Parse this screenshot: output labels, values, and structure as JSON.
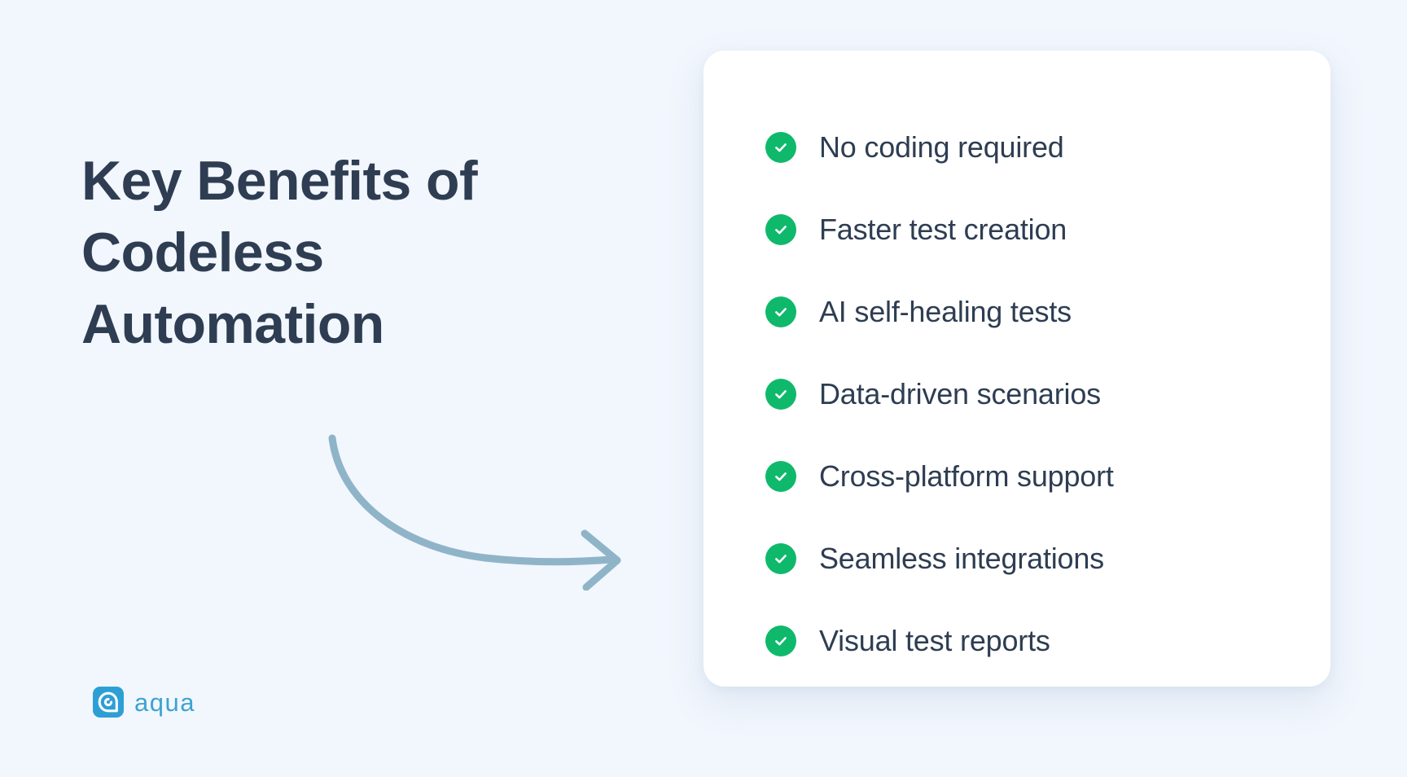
{
  "background_color": "#f2f6fd",
  "heading": {
    "text": "Key Benefits of\nCodeless\nAutomation",
    "color": "#2e3d52"
  },
  "arrow": {
    "name": "curved-arrow",
    "color": "#8fb4c8"
  },
  "card": {
    "background_color": "#ffffff",
    "items": [
      {
        "icon": "check-circle-icon",
        "label": "No coding required"
      },
      {
        "icon": "check-circle-icon",
        "label": "Faster test creation"
      },
      {
        "icon": "check-circle-icon",
        "label": "AI self-healing tests"
      },
      {
        "icon": "check-circle-icon",
        "label": "Data-driven scenarios"
      },
      {
        "icon": "check-circle-icon",
        "label": "Cross-platform support"
      },
      {
        "icon": "check-circle-icon",
        "label": "Seamless integrations"
      },
      {
        "icon": "check-circle-icon",
        "label": "Visual test reports"
      }
    ],
    "check_color": "#0fb96b",
    "label_color": "#2e3d52"
  },
  "logo": {
    "mark_icon": "aqua-logo-mark-icon",
    "wordmark": "aqua",
    "mark_color": "#2e9fd4",
    "wordmark_color": "#3ba3d0"
  }
}
